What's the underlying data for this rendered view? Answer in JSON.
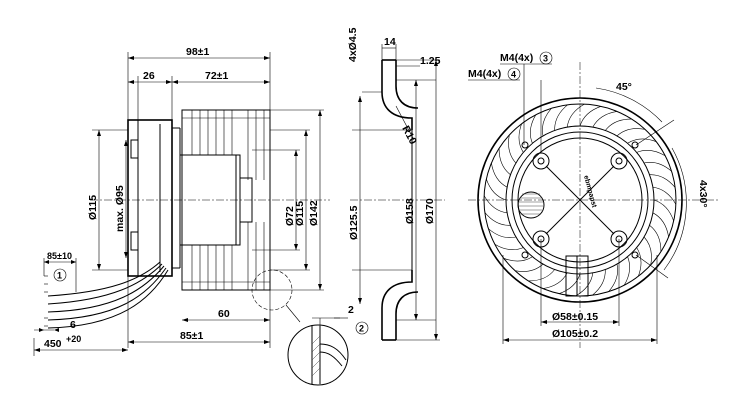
{
  "dimensions": {
    "overall_depth": "98±1",
    "flange_offset": "26",
    "impeller_depth": "72±1",
    "impeller_inner": "60",
    "base_depth": "85±1",
    "left_tab": "6",
    "lead_length": "450",
    "lead_length_tol": "+20",
    "lead_strip": "85±10",
    "d115_left": "Ø115",
    "max_d95": "max. Ø95",
    "d72": "Ø72",
    "d115_mid": "Ø115",
    "d142": "Ø142",
    "plate_thickness": "4xØ4.5",
    "plate_width": "14",
    "plate_wall": "1.25",
    "bend_radius": "R10",
    "d125_5": "Ø125.5",
    "d158": "Ø158",
    "d170": "Ø170",
    "gap_2": "2",
    "angle_45": "45°",
    "angle_4x30": "4x30°",
    "thread_m4_3": "M4(4x)",
    "thread_m4_4": "M4(4x)",
    "d58": "Ø58±0.15",
    "d105": "Ø105±0.2"
  },
  "callouts": {
    "c1": "1",
    "c2": "2",
    "c3": "3",
    "c4": "4"
  },
  "brand_logo": "ebmpapst"
}
